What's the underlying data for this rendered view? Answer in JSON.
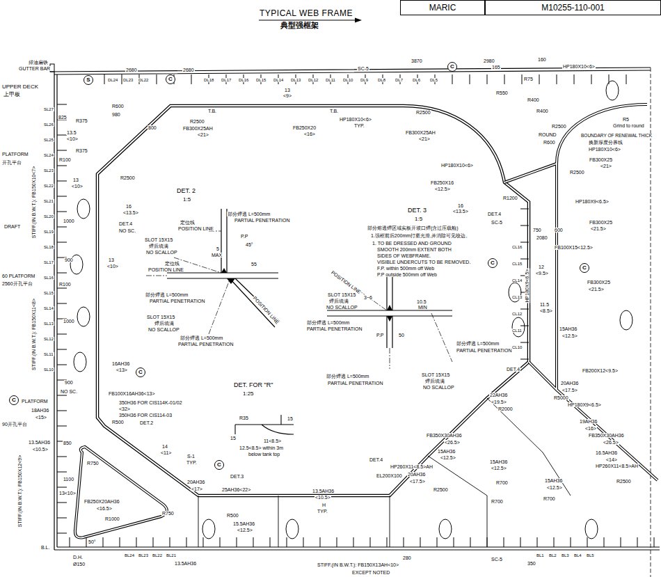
{
  "diagram": {
    "title": "TYPICAL WEB FRAME",
    "nodes": [
      {
        "text": [
          "MARIC"
        ]
      },
      {
        "text": [
          "M10255-110-001"
        ]
      },
      {
        "text": [
          "S"
        ]
      },
      {
        "text": [
          "C"
        ]
      },
      {
        "text": [
          "C"
        ]
      },
      {
        "text": [
          "C"
        ]
      },
      {
        "text": [
          "C"
        ]
      },
      {
        "text": [
          "C"
        ]
      },
      {
        "text": [
          "C"
        ]
      },
      {
        "text": [
          "C"
        ]
      }
    ],
    "labels": [
      "典型强框架",
      "排油扁铁",
      "GUTTER BAR",
      "UPPER DECK",
      "上甲板",
      "2680",
      "2680",
      "3870",
      "2980",
      "165",
      "160",
      "HP180X10<6>",
      "SC-5",
      "DL24",
      "DL23",
      "DL22",
      "DL18",
      "DL17",
      "DL16",
      "DL15",
      "DL14",
      "DL13",
      "DL12",
      "DL11",
      "DL10",
      "DL9",
      "DL8",
      "DL7",
      "DL6",
      "DL5",
      "R75",
      "13",
      "<9>",
      "T.B.",
      "T.B.",
      "R2500",
      "FB300X25AH",
      "<21>",
      "FB250X20",
      "<16>",
      "HP180X10<6>",
      "TYP.",
      "R2500",
      "FB300X25AH",
      "<21>",
      "R550",
      "R400",
      "R400",
      "ROUND",
      "R600",
      "R2500",
      "BOUNDARY OF RENEWAL THICK",
      "换新厚度分界线",
      "R5",
      "Grind to round",
      "HP180X10<6>",
      "FB300X25",
      "<21>",
      "R2500",
      "HP180X10<6>",
      "FB250X16",
      "<12.5>",
      "16",
      "<13.5>",
      "R1200",
      "DET.4",
      "SC-5",
      "HP180X9<6.5>",
      "FB300X25",
      "<21.5>",
      "750",
      "600",
      "2080",
      "FB100X15<12.5>",
      "12",
      "<9.5>",
      "FB300X25",
      "<21.5>",
      "11.5",
      "<8.5>",
      "15AH36",
      "<12.5>",
      "DET.4",
      "FB200X12<9.5>",
      "20AH36",
      "<17.5>",
      "22AH36",
      "<19.5>",
      "R5000",
      "HP180X9<6.5>",
      "R2000",
      "19AH36",
      "<16>",
      "FB350X30AH36",
      "<26.5>",
      "FB350X30AH36",
      "<26.5>",
      "16.5AH36",
      "<14>",
      "HP260X11<8.5>AH",
      "R2500",
      "SL27",
      "SL26",
      "SL25",
      "SL24",
      "SL23",
      "SL22",
      "SL21",
      "SL20",
      "SL19",
      "SL18",
      "SL17",
      "SL16",
      "SL15",
      "SL14",
      "SL13",
      "SL12",
      "SL11",
      "SL10",
      "PLATFORM",
      "开孔平台",
      "DRAFT",
      "60 PLATFORM",
      "2560开孔平台",
      "PLATFORM",
      "90开孔平台",
      "STIFF.(IN B.W.T.): FB150X10<7>",
      "STIFF.(IN B.W.T.): FB150X11<8>",
      "STIFF.(IN B.W.T.): FB150X12<9>",
      "R375",
      "825",
      "13.5",
      "<10>",
      "R375",
      "R100",
      "980",
      "R600",
      "800",
      "R2500",
      "13",
      "<10>",
      "16",
      "<13.5>",
      "DET.4",
      "NO SC.",
      "1000",
      "900",
      "13",
      "<10>",
      "R100",
      "1000",
      "900",
      "16AH36",
      "<13>",
      "NO SC.",
      "FB100X16AH36<13>",
      "350H36 FOR CIS114K-01/02",
      "<32>",
      "350H36 FOR CIS114-03",
      "R500",
      "DET.2",
      "18AH36",
      "<15>",
      "13.5AH36",
      "<10.5>",
      "850",
      "R750",
      "1100",
      "13<10>",
      "FB250X20AH36",
      "<16.5>",
      "R1000",
      "R750",
      "50°",
      "B.L.",
      "D.H.",
      "Ø150",
      "BL24",
      "BL23",
      "BL22",
      "BL21",
      "13.5AH36",
      "14",
      "<11>",
      "S-1",
      "TYP.",
      "20AH36",
      "<17>",
      "DET.3",
      "25AH36<22>",
      "R500",
      "15.5AH36",
      "<12.5>",
      "13.5AH36",
      "<10.5>",
      "H",
      "TYP.",
      "280",
      "STIFF.(IN B.W.T.): FB150X13AH<10>",
      "EXCEPT NOTED",
      "SC-5",
      "350",
      "BL1",
      "BL2",
      "BL3",
      "BL4",
      "BL5",
      "DET. 2",
      "1:5",
      "DET. 3",
      "1:5",
      "DET. FOR \"R\"",
      "1:25",
      "定位线",
      "POSITION LINE",
      "部分焊透 L=500mm",
      "PARTIAL PENETRATION",
      "SLOT 15X15",
      "焊后填满",
      "NO SCALLOP",
      "P.P",
      "5",
      "MAX",
      "45°",
      "55",
      "定位线",
      "POSITION LINE",
      "部分焊透 L=500mm",
      "PARTIAL PENETRATION",
      "SLOT 15X15",
      "焊后填满",
      "NO SCALLOP",
      "部分焊透 L=500mm",
      "PARTIAL PENETRATION",
      "POSITION LINE",
      "部分熔透焊区域实板开坡口焊(含过压载舱)",
      "1.强框前后200mm打磨光滑,并消除可见咬边。",
      "1. TO BE DRESSED AND GROUND",
      "SMOOTH 200mm EXTENT BOTH",
      "SIDES OF WEBFRAME.",
      "VISIBLE UNDERCUTS TO BE REMOVED.",
      "F.P. within 500mm off Web",
      "P.P outside 500mm off Web",
      "POSITION LINE",
      "SLOT 15X15",
      "焊后填满",
      "NO SCALLOP",
      "3~6",
      "10.5",
      "MIN",
      "部分焊透 L=500mm",
      "PARTIAL PENETRATION",
      "50",
      "P.P",
      "部分焊透 L=500mm",
      "PARTIAL PENETRATION",
      "SLOT 15X15",
      "焊后填满",
      "NO SCALLOP",
      "部分焊透 L=500mm",
      "PARTIAL PENETRATION",
      "R35",
      "15",
      "15",
      "11<8.5>",
      "12.5<8.5> within 3m",
      "below tank top",
      "15AH36",
      "<12.5>",
      "DET.4",
      "HP260X11<8.5>AH",
      "EL200X100",
      "20AH36",
      "<17.5>",
      "15AH36",
      "<12.5>",
      "R2500",
      "R700",
      "R700",
      "15AH36",
      "<12.5>",
      "R700",
      "CL16",
      "CL15",
      "CL14",
      "CL13",
      "CL12",
      "CL11",
      "CL10",
      "HP180X9<6.5>"
    ]
  }
}
